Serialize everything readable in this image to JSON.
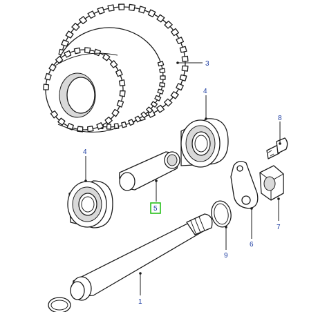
{
  "callouts": {
    "part1": "1",
    "part3": "3",
    "part4a": "4",
    "part4b": "4",
    "part5": "5",
    "part6": "6",
    "part7": "7",
    "part8": "8",
    "part9": "9"
  },
  "colors": {
    "callout_text": "#1a3aa0",
    "highlight_box": "#25c018",
    "line": "#1a1a1a"
  }
}
